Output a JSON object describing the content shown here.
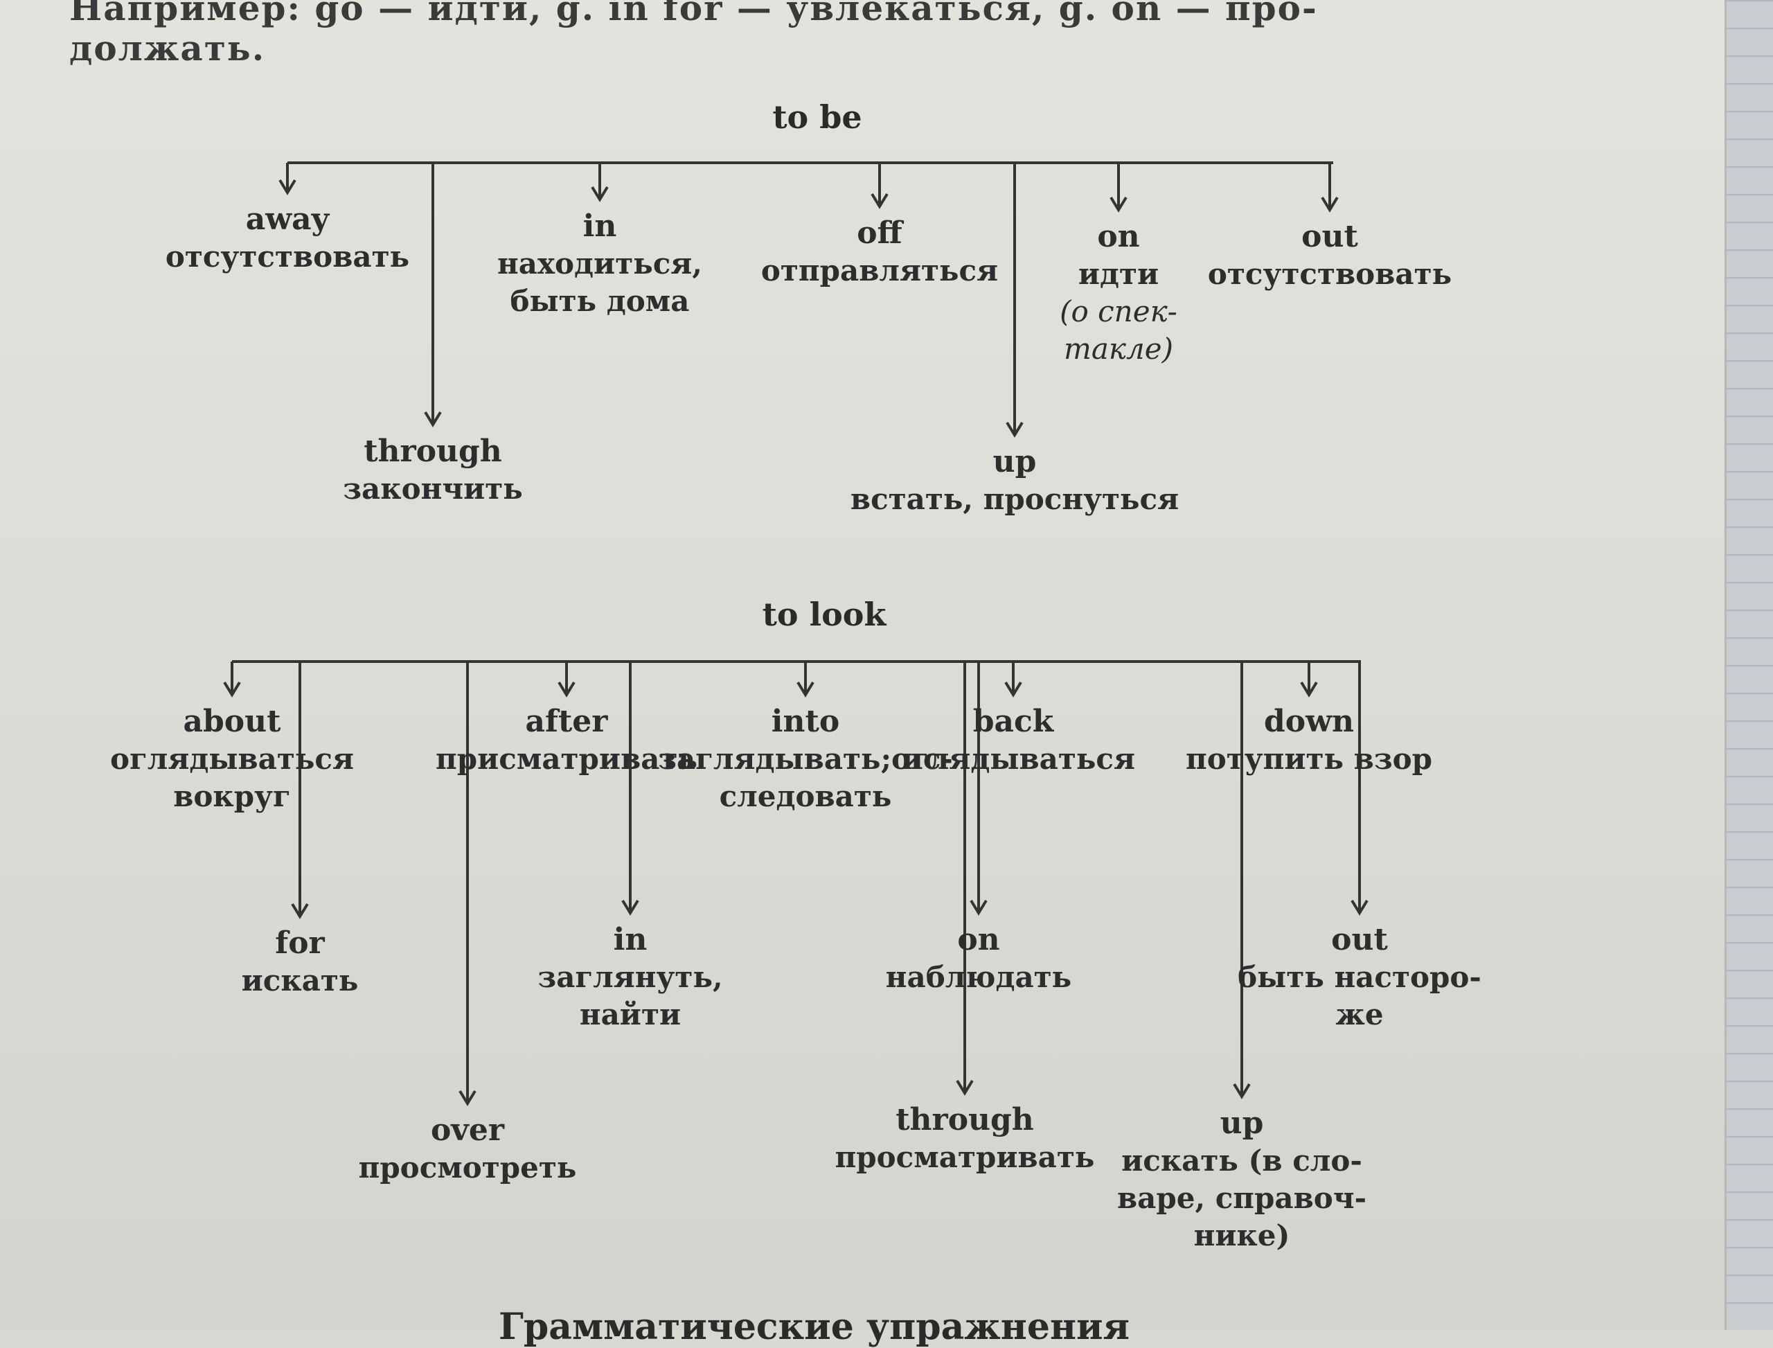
{
  "intro": {
    "line1": "Например: go — идти, g. in for — увлекаться, g. on — про-",
    "line2": "должать."
  },
  "tree_be": {
    "root": "to be",
    "nodes": [
      {
        "particle": "away",
        "translation": [
          "отсутствовать"
        ]
      },
      {
        "particle": "through",
        "translation": [
          "закончить"
        ]
      },
      {
        "particle": "in",
        "translation": [
          "находиться,",
          "быть дома"
        ]
      },
      {
        "particle": "off",
        "translation": [
          "отправляться"
        ]
      },
      {
        "particle": "up",
        "translation": [
          "встать, проснуться"
        ]
      },
      {
        "particle": "on",
        "translation": [
          "идти"
        ],
        "note": [
          "(о спек-",
          "такле)"
        ]
      },
      {
        "particle": "out",
        "translation": [
          "отсутствовать"
        ]
      }
    ]
  },
  "tree_look": {
    "root": "to look",
    "nodes": [
      {
        "particle": "about",
        "translation": [
          "оглядываться",
          "вокруг"
        ]
      },
      {
        "particle": "for",
        "translation": [
          "искать"
        ]
      },
      {
        "particle": "over",
        "translation": [
          "просмотреть"
        ]
      },
      {
        "particle": "after",
        "translation": [
          "присматривать"
        ]
      },
      {
        "particle": "in",
        "translation": [
          "заглянуть,",
          "найти"
        ]
      },
      {
        "particle": "into",
        "translation": [
          "заглядывать; ис-",
          "следовать"
        ]
      },
      {
        "particle": "through",
        "translation": [
          "просматривать"
        ]
      },
      {
        "particle": "on",
        "translation": [
          "наблюдать"
        ]
      },
      {
        "particle": "back",
        "translation": [
          "оглядываться"
        ]
      },
      {
        "particle": "up",
        "translation": [
          "искать (в сло-",
          "варе, справоч-",
          "нике)"
        ]
      },
      {
        "particle": "down",
        "translation": [
          "потупить взор"
        ]
      },
      {
        "particle": "out",
        "translation": [
          "быть насторо-",
          "же"
        ]
      }
    ]
  },
  "footer": "Грамматические упражнения"
}
